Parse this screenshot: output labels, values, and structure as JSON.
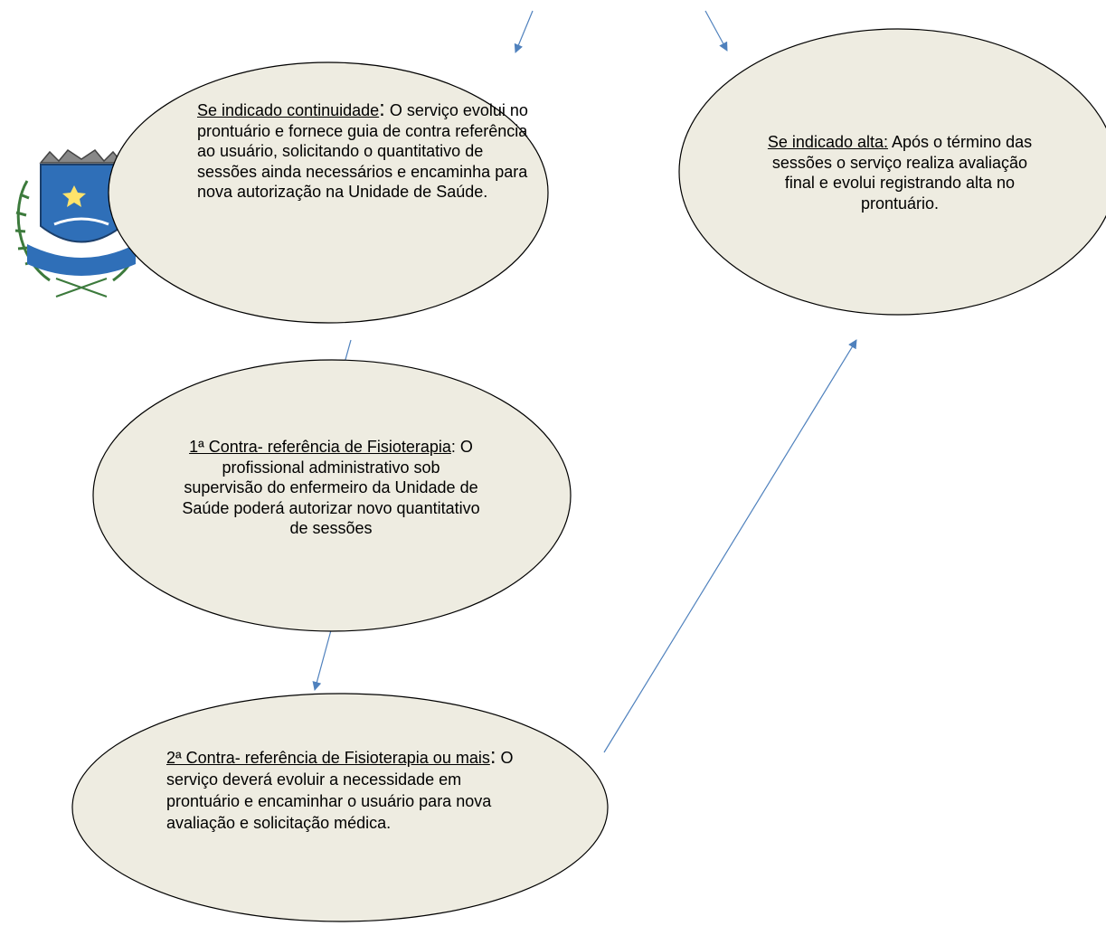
{
  "colors": {
    "node_fill": "#EEECE1",
    "node_stroke": "#000000",
    "arrow": "#4F81BD",
    "crest_blue": "#2F6FB8",
    "crest_green": "#3C7A3C"
  },
  "logo": {
    "icon": "municipal-crest-icon",
    "text": ""
  },
  "nodes": {
    "continuidade": {
      "title": "Se indicado continuidade",
      "colon": ":",
      "body": " O serviço evolui no prontuário e fornece guia de contra referência ao usuário, solicitando o quantitativo de sessões ainda necessários e encaminha para nova autorização na Unidade de Saúde."
    },
    "alta": {
      "title": "Se indicado alta:",
      "body": " Após o término das sessões o serviço realiza avaliação final e evolui registrando alta no prontuário."
    },
    "contra1": {
      "title": "1ª Contra- referência de Fisioterapia",
      "body": ": O profissional administrativo sob supervisão do enfermeiro da Unidade de Saúde poderá autorizar novo quantitativo de sessões"
    },
    "contra2": {
      "title": "2ª Contra- referência de Fisioterapia ou mais",
      "colon": ":",
      "body": " O serviço deverá evoluir a necessidade em prontuário e encaminhar o usuário para nova avaliação e solicitação médica."
    }
  }
}
